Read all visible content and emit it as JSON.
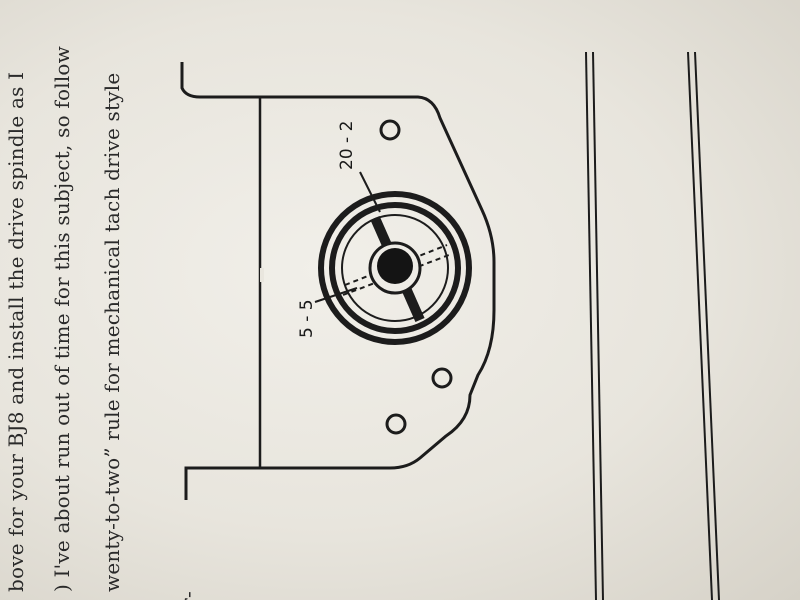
{
  "document": {
    "text_lines": [
      "bove for your BJ8 and install the drive spindle as I",
      ") I've about run out of time for this subject, so follow",
      "wenty-to-two” rule for mechanical tach drive style",
      "or-"
    ]
  },
  "figure": {
    "labels": {
      "left": "5 - 5",
      "right": "20 - 2"
    }
  }
}
